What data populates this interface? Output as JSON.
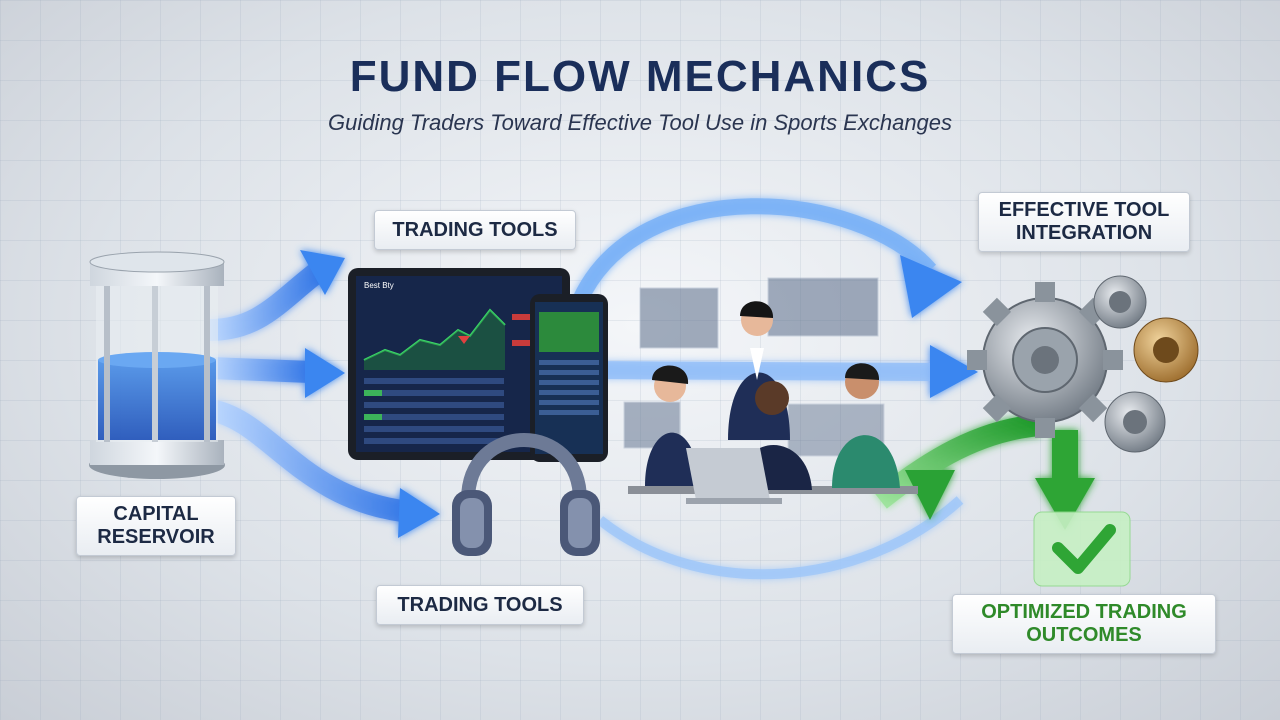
{
  "title": "FUND FLOW MECHANICS",
  "subtitle": "Guiding Traders Toward Effective Tool Use in Sports Exchanges",
  "labels": {
    "capital_reservoir": "CAPITAL RESERVOIR",
    "trading_tools_top": "TRADING TOOLS",
    "trading_tools_bottom": "TRADING TOOLS",
    "effective_integration": "EFFECTIVE TOOL INTEGRATION",
    "optimized_outcomes": "OPTIMIZED TRADING OUTCOMES"
  },
  "icons": [
    "capital-reservoir-icon",
    "tablet-dashboard-icon",
    "smartphone-icon",
    "headphones-icon",
    "trader-team-illustration",
    "gears-icon",
    "checkmark-icon"
  ],
  "colors": {
    "title": "#1a2e5a",
    "flow_blue": "#3a86f0",
    "flow_green": "#3cb33a",
    "highlight_green": "#2f8a2a"
  }
}
